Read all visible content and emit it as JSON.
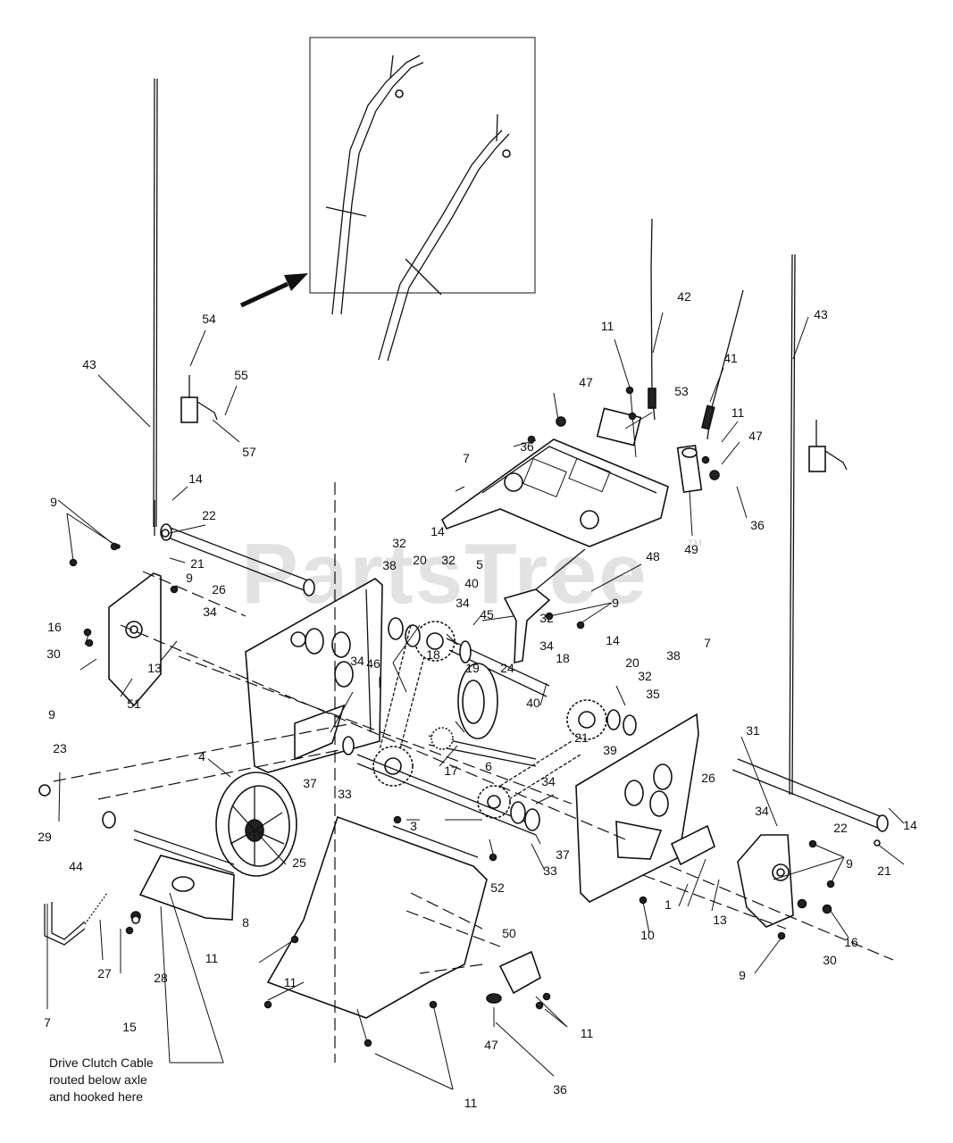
{
  "watermark": {
    "text": "PartsTree",
    "trademark": "TM"
  },
  "note": {
    "lines": [
      "Drive Clutch Cable",
      "routed below axle",
      "and hooked here"
    ]
  },
  "callouts": [
    {
      "label": "54"
    },
    {
      "label": "43"
    },
    {
      "label": "55"
    },
    {
      "label": "57"
    },
    {
      "label": "14"
    },
    {
      "label": "9"
    },
    {
      "label": "22"
    },
    {
      "label": "21"
    },
    {
      "label": "9"
    },
    {
      "label": "26"
    },
    {
      "label": "16"
    },
    {
      "label": "34"
    },
    {
      "label": "30"
    },
    {
      "label": "9"
    },
    {
      "label": "51"
    },
    {
      "label": "13"
    },
    {
      "label": "23"
    },
    {
      "label": "29"
    },
    {
      "label": "44"
    },
    {
      "label": "4"
    },
    {
      "label": "25"
    },
    {
      "label": "8"
    },
    {
      "label": "7"
    },
    {
      "label": "27"
    },
    {
      "label": "15"
    },
    {
      "label": "28"
    },
    {
      "label": "11"
    },
    {
      "label": "11"
    },
    {
      "label": "52"
    },
    {
      "label": "50"
    },
    {
      "label": "47"
    },
    {
      "label": "36"
    },
    {
      "label": "11"
    },
    {
      "label": "11"
    },
    {
      "label": "37"
    },
    {
      "label": "33"
    },
    {
      "label": "3"
    },
    {
      "label": "34"
    },
    {
      "label": "46"
    },
    {
      "label": "18"
    },
    {
      "label": "38"
    },
    {
      "label": "32"
    },
    {
      "label": "20"
    },
    {
      "label": "14"
    },
    {
      "label": "32"
    },
    {
      "label": "34"
    },
    {
      "label": "40"
    },
    {
      "label": "45"
    },
    {
      "label": "5"
    },
    {
      "label": "19"
    },
    {
      "label": "17"
    },
    {
      "label": "24"
    },
    {
      "label": "6"
    },
    {
      "label": "18"
    },
    {
      "label": "40"
    },
    {
      "label": "34"
    },
    {
      "label": "32"
    },
    {
      "label": "14"
    },
    {
      "label": "20"
    },
    {
      "label": "32"
    },
    {
      "label": "35"
    },
    {
      "label": "38"
    },
    {
      "label": "21"
    },
    {
      "label": "39"
    },
    {
      "label": "34"
    },
    {
      "label": "37"
    },
    {
      "label": "33"
    },
    {
      "label": "7"
    },
    {
      "label": "48"
    },
    {
      "label": "9"
    },
    {
      "label": "7"
    },
    {
      "label": "36"
    },
    {
      "label": "47"
    },
    {
      "label": "11"
    },
    {
      "label": "53"
    },
    {
      "label": "42"
    },
    {
      "label": "41"
    },
    {
      "label": "11"
    },
    {
      "label": "47"
    },
    {
      "label": "49"
    },
    {
      "label": "36"
    },
    {
      "label": "43"
    },
    {
      "label": "31"
    },
    {
      "label": "26"
    },
    {
      "label": "34"
    },
    {
      "label": "22"
    },
    {
      "label": "14"
    },
    {
      "label": "21"
    },
    {
      "label": "9"
    },
    {
      "label": "1"
    },
    {
      "label": "10"
    },
    {
      "label": "13"
    },
    {
      "label": "16"
    },
    {
      "label": "30"
    },
    {
      "label": "9"
    }
  ]
}
